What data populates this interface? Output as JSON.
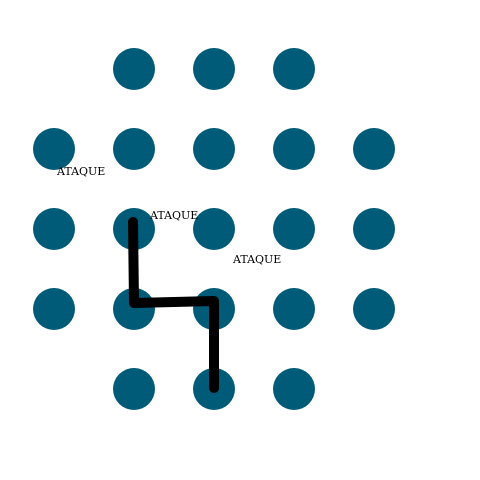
{
  "colors": {
    "node": "#005b78",
    "path": "#000000",
    "background": "#ffffff"
  },
  "board": {
    "rows": [
      {
        "cols": [
          2,
          3,
          4
        ]
      },
      {
        "cols": [
          1,
          2,
          3,
          4,
          5
        ]
      },
      {
        "cols": [
          1,
          2,
          3,
          4,
          5
        ]
      },
      {
        "cols": [
          1,
          2,
          3,
          4,
          5
        ]
      },
      {
        "cols": [
          2,
          3,
          4
        ]
      }
    ],
    "path_nodes": [
      [
        2,
        2
      ],
      [
        2,
        3
      ],
      [
        3,
        3
      ],
      [
        3,
        4
      ]
    ]
  },
  "moves": [
    {
      "label": "ATAQUE"
    },
    {
      "label": "ATAQUE"
    },
    {
      "label": "ATAQUE"
    }
  ]
}
